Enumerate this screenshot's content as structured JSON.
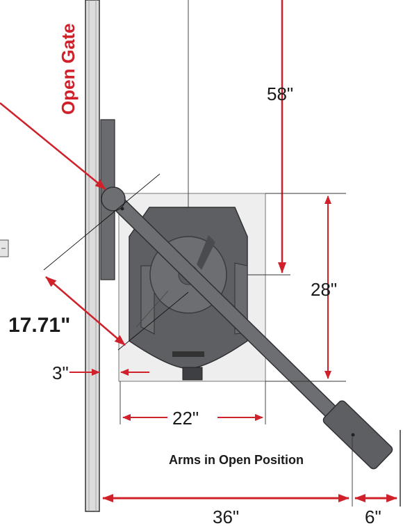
{
  "labels": {
    "gate_label": "Open Gate",
    "arms_label": "Arms in Open Position"
  },
  "dimensions": {
    "post_height": "58\"",
    "pad_depth": "28\"",
    "pad_width": "22\"",
    "offset_angle": "17.71\"",
    "wall_gap": "3\"",
    "arm_length": "36\"",
    "arm_extension": "6\""
  },
  "colors": {
    "accent_red": "#d0202a",
    "operator_gray": "#5e5f62",
    "pad_gray": "#eeeeee"
  }
}
